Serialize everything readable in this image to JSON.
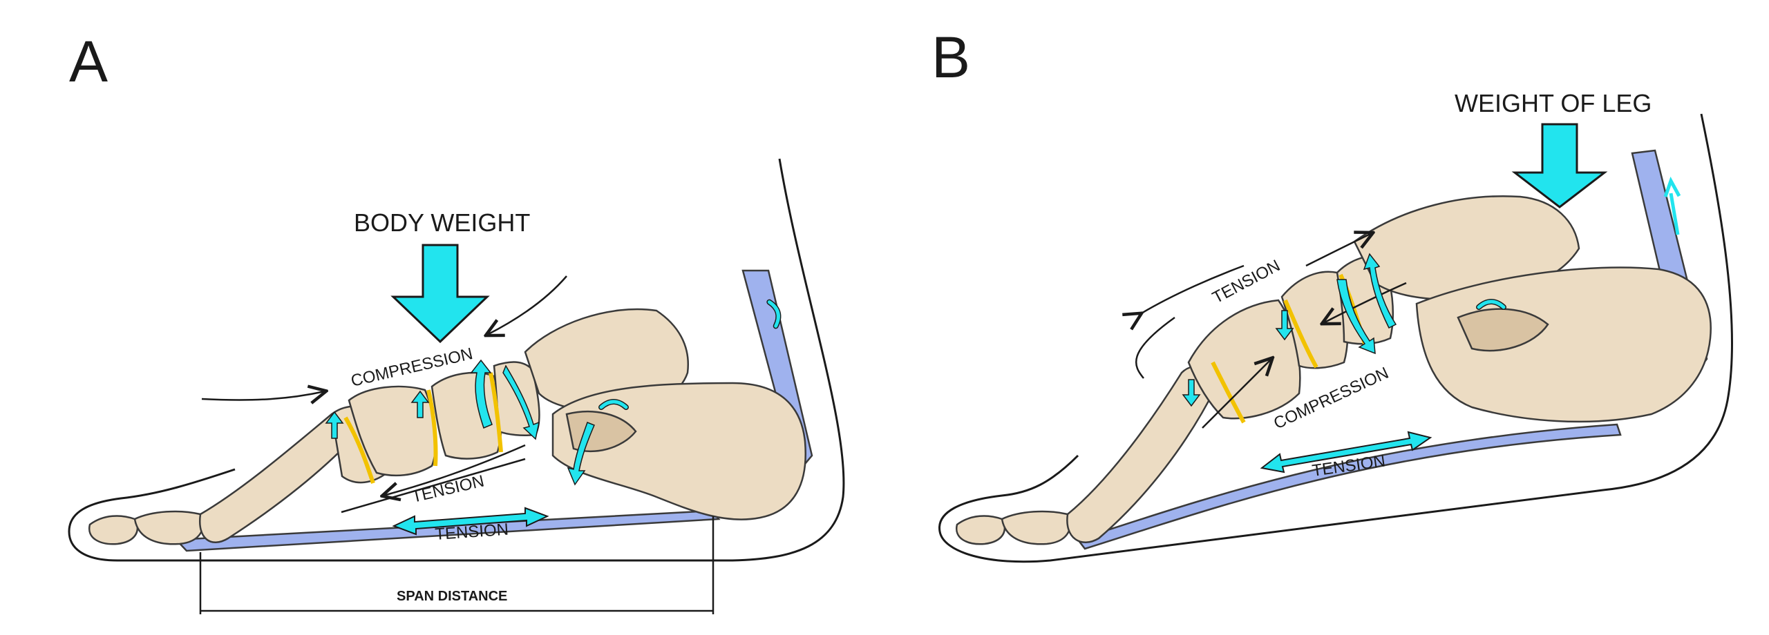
{
  "panels": [
    {
      "letter": "A",
      "labels": {
        "load": "BODY WEIGHT",
        "compression": "COMPRESSION",
        "tension_upper": "TENSION",
        "tension_lower": "TENSION",
        "span": "SPAN DISTANCE"
      }
    },
    {
      "letter": "B",
      "labels": {
        "load": "WEIGHT OF LEG",
        "tension_upper": "TENSION",
        "compression": "COMPRESSION",
        "tension_lower": "TENSION"
      }
    }
  ],
  "colors": {
    "bone": "#ecdcc3",
    "bone_shade": "#d9c3a3",
    "bone_outline": "#3a3a3a",
    "joint": "#f2c200",
    "ligament": "#9fb2ee",
    "arrow_fill": "#22e4ee",
    "outline": "#1a1a1a"
  }
}
